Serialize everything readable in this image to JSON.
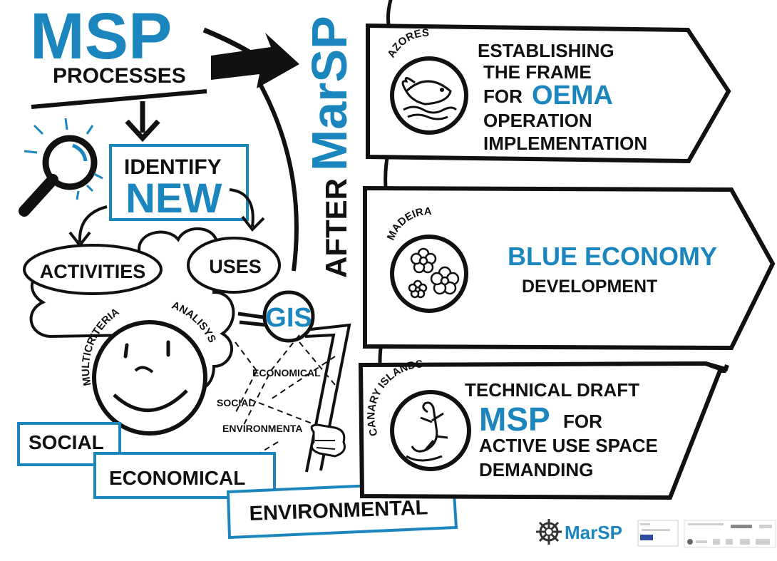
{
  "colors": {
    "ink": "#111111",
    "accent": "#1b86bd",
    "background": "#ffffff"
  },
  "left": {
    "title": "MSP",
    "subtitle": "PROCESSES",
    "identify": "IDENTIFY",
    "new": "NEW",
    "activities": "ACTIVITIES",
    "uses": "USES",
    "multicriteria": "MULTICRITERIA",
    "analysis": "ANALISYS",
    "gis": "GIS",
    "economical_small": "ECONOMICAL",
    "social_small": "SOCIAL",
    "environmental_small": "ENVIRONMENTA",
    "social_box": "SOCIAL",
    "economical_box": "ECONOMICAL",
    "environmental_box": "ENVIRONMENTAL",
    "icons": [
      "magnifier-icon",
      "face-icon",
      "hand-icon",
      "cloud-icon"
    ]
  },
  "center": {
    "after": "AFTER",
    "marsp": "MarSP"
  },
  "panels": [
    {
      "region": "AZORES",
      "icon": "whale-icon",
      "lines": [
        "ESTABLISHING",
        "THE FRAME",
        "FOR",
        "OEMA",
        "OPERATION",
        "IMPLEMENTATION"
      ]
    },
    {
      "region": "MADEIRA",
      "icon": "flowers-icon",
      "lines": [
        "BLUE ECONOMY",
        "DEVELOPMENT"
      ]
    },
    {
      "region": "CANARY ISLANDS",
      "icon": "lizard-icon",
      "lines": [
        "TECHNICAL DRAFT",
        "MSP",
        "FOR",
        "ACTIVE USE SPACE",
        "DEMANDING"
      ]
    }
  ],
  "footer": {
    "logo_text": "MarSP"
  }
}
